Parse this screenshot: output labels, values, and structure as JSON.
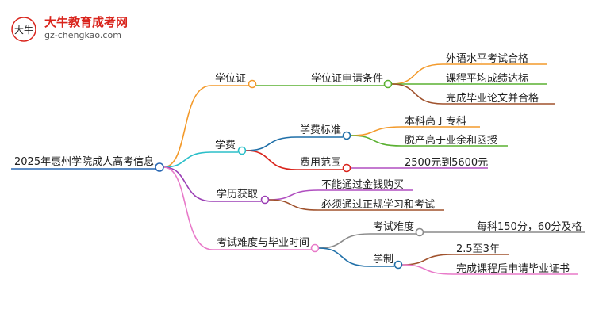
{
  "logo": {
    "glyph": "大牛",
    "title": "大牛教育成考网",
    "url": "gz-chengkao.com"
  },
  "root": {
    "label": "2025年惠州学院成人高考信息",
    "color": "#2a68b3"
  },
  "branches": [
    {
      "label": "学位证",
      "color": "#f39a2b",
      "children": [
        {
          "label": "学位证申请条件",
          "color": "#5ab031",
          "leaves": [
            {
              "label": "外语水平考试合格",
              "color": "#f39a2b"
            },
            {
              "label": "课程平均成绩达标",
              "color": "#5ab031"
            },
            {
              "label": "完成毕业论文并合格",
              "color": "#a0522d"
            }
          ]
        }
      ]
    },
    {
      "label": "学费",
      "color": "#2bbfc9",
      "children": [
        {
          "label": "学费标准",
          "color": "#1f6fa8",
          "leaves": [
            {
              "label": "本科高于专科",
              "color": "#f39a2b"
            },
            {
              "label": "脱产高于业余和函授",
              "color": "#5ab031"
            }
          ]
        },
        {
          "label": "费用范围",
          "color": "#d9241c",
          "leaves": [
            {
              "label": "2500元到5600元",
              "color": "#b04fc0"
            }
          ]
        }
      ]
    },
    {
      "label": "学历获取",
      "color": "#9b3fb5",
      "children": [],
      "leaves": [
        {
          "label": "不能通过金钱购买",
          "color": "#b04fc0"
        },
        {
          "label": "必须通过正规学习和考试",
          "color": "#a0522d"
        }
      ]
    },
    {
      "label": "考试难度与毕业时间",
      "color": "#e87ac9",
      "children": [
        {
          "label": "考试难度",
          "color": "#8a8a8a",
          "leaves": [
            {
              "label": "每科150分，60分及格",
              "color": "#8a8a8a"
            }
          ]
        },
        {
          "label": "学制",
          "color": "#1f6fa8",
          "leaves": [
            {
              "label": "2.5至3年",
              "color": "#a0522d"
            },
            {
              "label": "完成课程后申请毕业证书",
              "color": "#e87ac9"
            }
          ]
        }
      ]
    }
  ]
}
